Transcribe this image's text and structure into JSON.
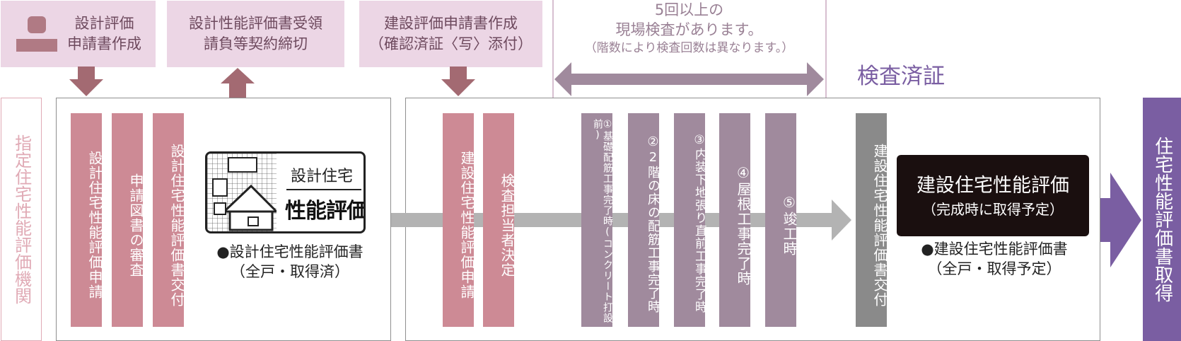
{
  "top": {
    "box1_line1": "設計評価",
    "box1_line2": "申請書作成",
    "box2_line1": "設計性能評価書受領",
    "box2_line2": "請負等契約締切",
    "box3_line1": "建設評価申請書作成",
    "box3_line2": "（確認済証〈写〉添付）",
    "inspection_line1": "5回以上の",
    "inspection_line2": "現場検査があります。",
    "inspection_note": "（階数により検査回数は異なります。）",
    "certificate_label": "検査済証"
  },
  "left_label": "指定住宅性能評価機関",
  "right_label": "住宅性能評価書取得",
  "steps": {
    "s1": "設計住宅性能評価申請",
    "s2": "申請図書の審査",
    "s3": "設計住宅性能評価書交付",
    "s4": "建設住宅性能評価申請",
    "s5": "検査担当者決定",
    "s6": "①基礎配筋工事完了時(コンクリート打設前)",
    "s7": "②2階の床の配筋工事完了時",
    "s8": "③内装下地張り直前工事完了時",
    "s9": "④屋根工事完了時",
    "s10": "⑤竣工時",
    "s11": "建設住宅性能評価書交付"
  },
  "mark": {
    "small_text": "設計住宅",
    "big_text": "性能評価"
  },
  "design_result": {
    "line1": "●設計住宅性能評価書",
    "line2": "（全戸・取得済）"
  },
  "construction_box": {
    "line1": "建設住宅性能評価",
    "line2": "（完成時に取得予定）"
  },
  "construction_result": {
    "line1": "●建設住宅性能評価書",
    "line2": "（全戸・取得予定）"
  },
  "colors": {
    "pink": "#cd8a95",
    "mauve": "#a08a9d",
    "purple": "#7a5ea2",
    "top_box": "#ecd6e5",
    "arrow_brown": "#a36a72"
  }
}
